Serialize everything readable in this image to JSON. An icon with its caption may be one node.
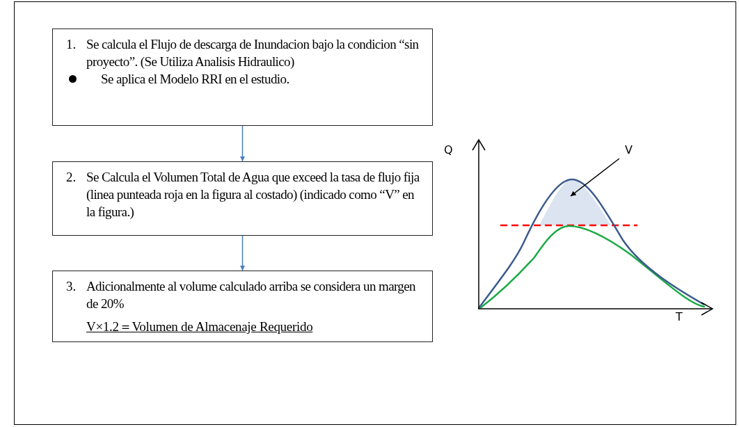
{
  "diagram": {
    "nodes": [
      {
        "text": [
          "1.",
          "Se calcula el Flujo de descarga de Inundacion bajo la condicion “sin proyecto”. (Se Utiliza Analisis Hidraulico)",
          "Se aplica el Modelo RRI en el estudio."
        ]
      },
      {
        "text": [
          "2.",
          "Se Calcula el Volumen Total de Agua que exceed la tasa de flujo fija (linea punteada roja en la figura al costado) (indicado como “V” en la figura.)"
        ]
      },
      {
        "text": [
          "3.",
          "Adicionalmente al volume calculado arriba se considera un margen de 20%",
          "V×1.2＝Volumen de Almacenaje Requerido"
        ]
      },
      {
        "text": [
          "V"
        ]
      }
    ],
    "edges": [
      {
        "from": 0,
        "to": 1,
        "arrow": "to"
      },
      {
        "from": 1,
        "to": 2,
        "arrow": "to"
      },
      {
        "from": 3,
        "to": null,
        "arrow": "to",
        "color": "#000000"
      }
    ],
    "labels": [
      "Q",
      "T"
    ]
  }
}
